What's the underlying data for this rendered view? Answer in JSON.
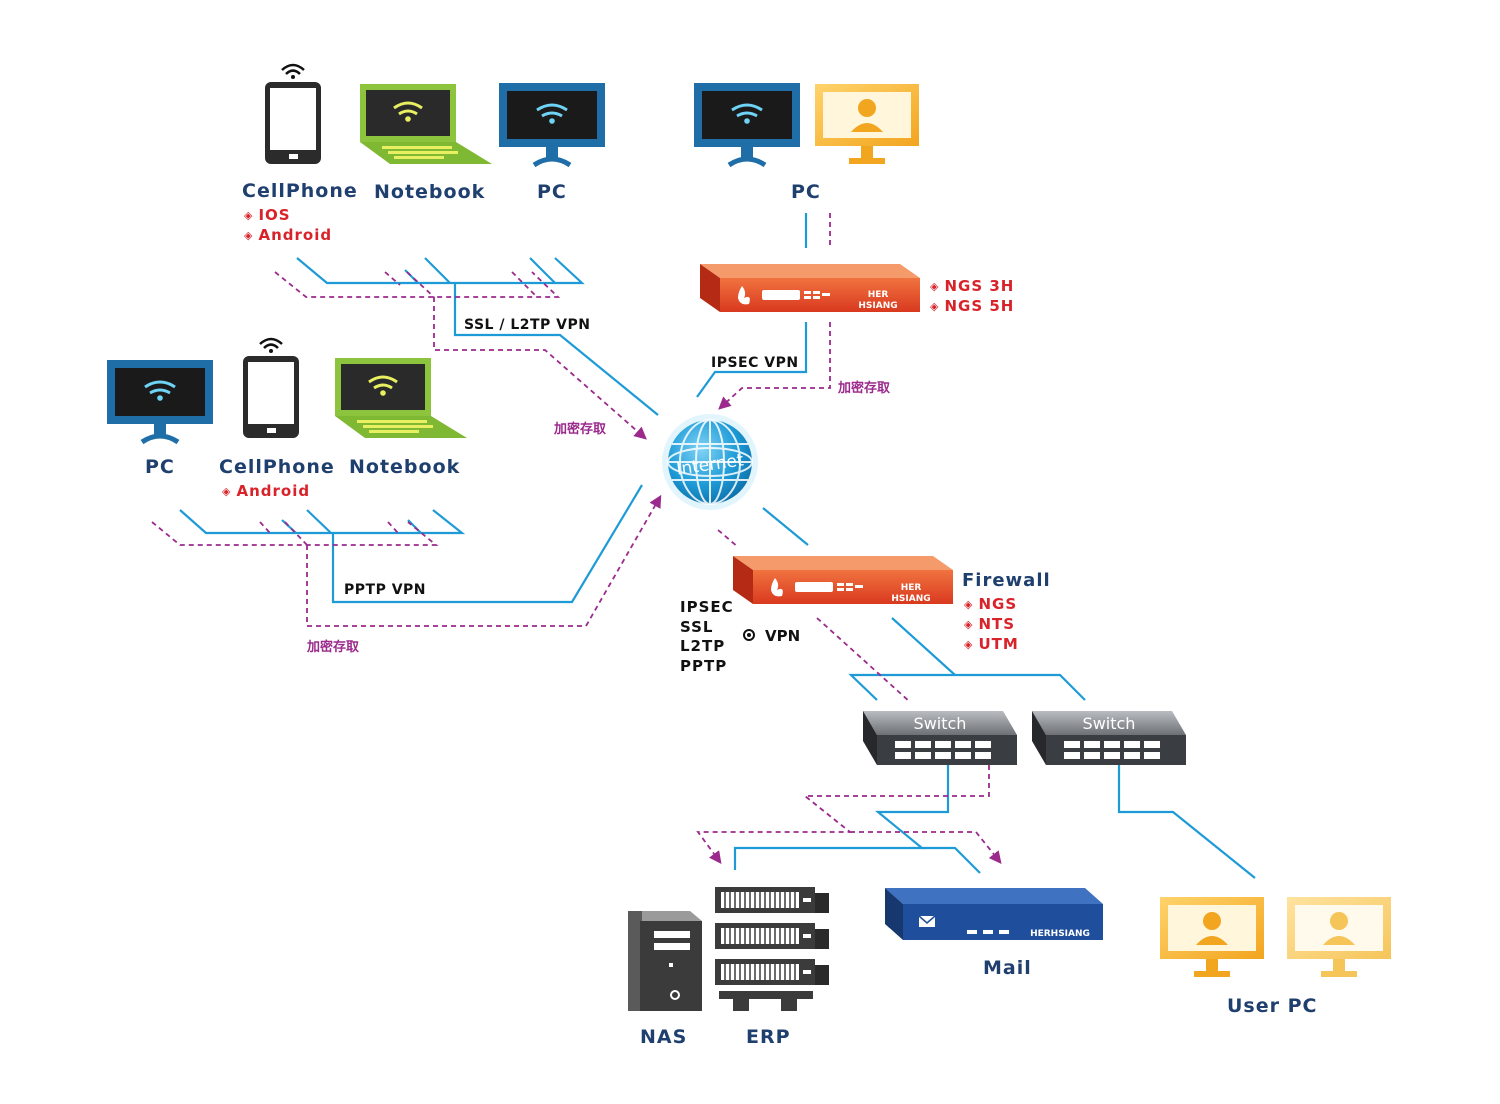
{
  "remote_users_1": {
    "cellphone": {
      "name": "CellPhone",
      "os": [
        "IOS",
        "Android"
      ]
    },
    "notebook": {
      "name": "Notebook"
    },
    "pc": {
      "name": "PC"
    },
    "vpn_label": "SSL / L2TP VPN",
    "encrypted_label": "加密存取"
  },
  "remote_users_2": {
    "pc": {
      "name": "PC"
    },
    "cellphone": {
      "name": "CellPhone",
      "os": [
        "Android"
      ]
    },
    "notebook": {
      "name": "Notebook"
    },
    "vpn_label": "PPTP VPN",
    "encrypted_label": "加密存取"
  },
  "branch": {
    "pc": {
      "name": "PC"
    },
    "device_models": [
      "NGS 3H",
      "NGS 5H"
    ],
    "vpn_label": "IPSEC VPN",
    "encrypted_label": "加密存取",
    "brand_line1": "HER",
    "brand_line2": "HSIANG"
  },
  "internet": {
    "label": "Internet"
  },
  "hq": {
    "firewall_title": "Firewall",
    "firewall_models": [
      "NGS",
      "NTS",
      "UTM"
    ],
    "protocols": [
      "IPSEC",
      "SSL",
      "L2TP",
      "PPTP"
    ],
    "vpn_label": "VPN",
    "brand_line1": "HER",
    "brand_line2": "HSIANG",
    "switch_1": "Switch",
    "switch_2": "Switch",
    "nas": "NAS",
    "erp": "ERP",
    "mail": "Mail",
    "mail_brand": "HERHSIANG",
    "user_pc": "User PC"
  },
  "colors": {
    "line": "#1e9bd7",
    "encrypted": "#9b2a8c",
    "label_blue": "#1f3f6e",
    "label_red": "#d8232a",
    "firewall": "#e8452a",
    "switch": "#3a3d42",
    "mail_server": "#1f4f9c",
    "monitor_blue": "#1f6ea8",
    "monitor_yellow": "#f5b42e",
    "notebook_green": "#8cc43e"
  }
}
